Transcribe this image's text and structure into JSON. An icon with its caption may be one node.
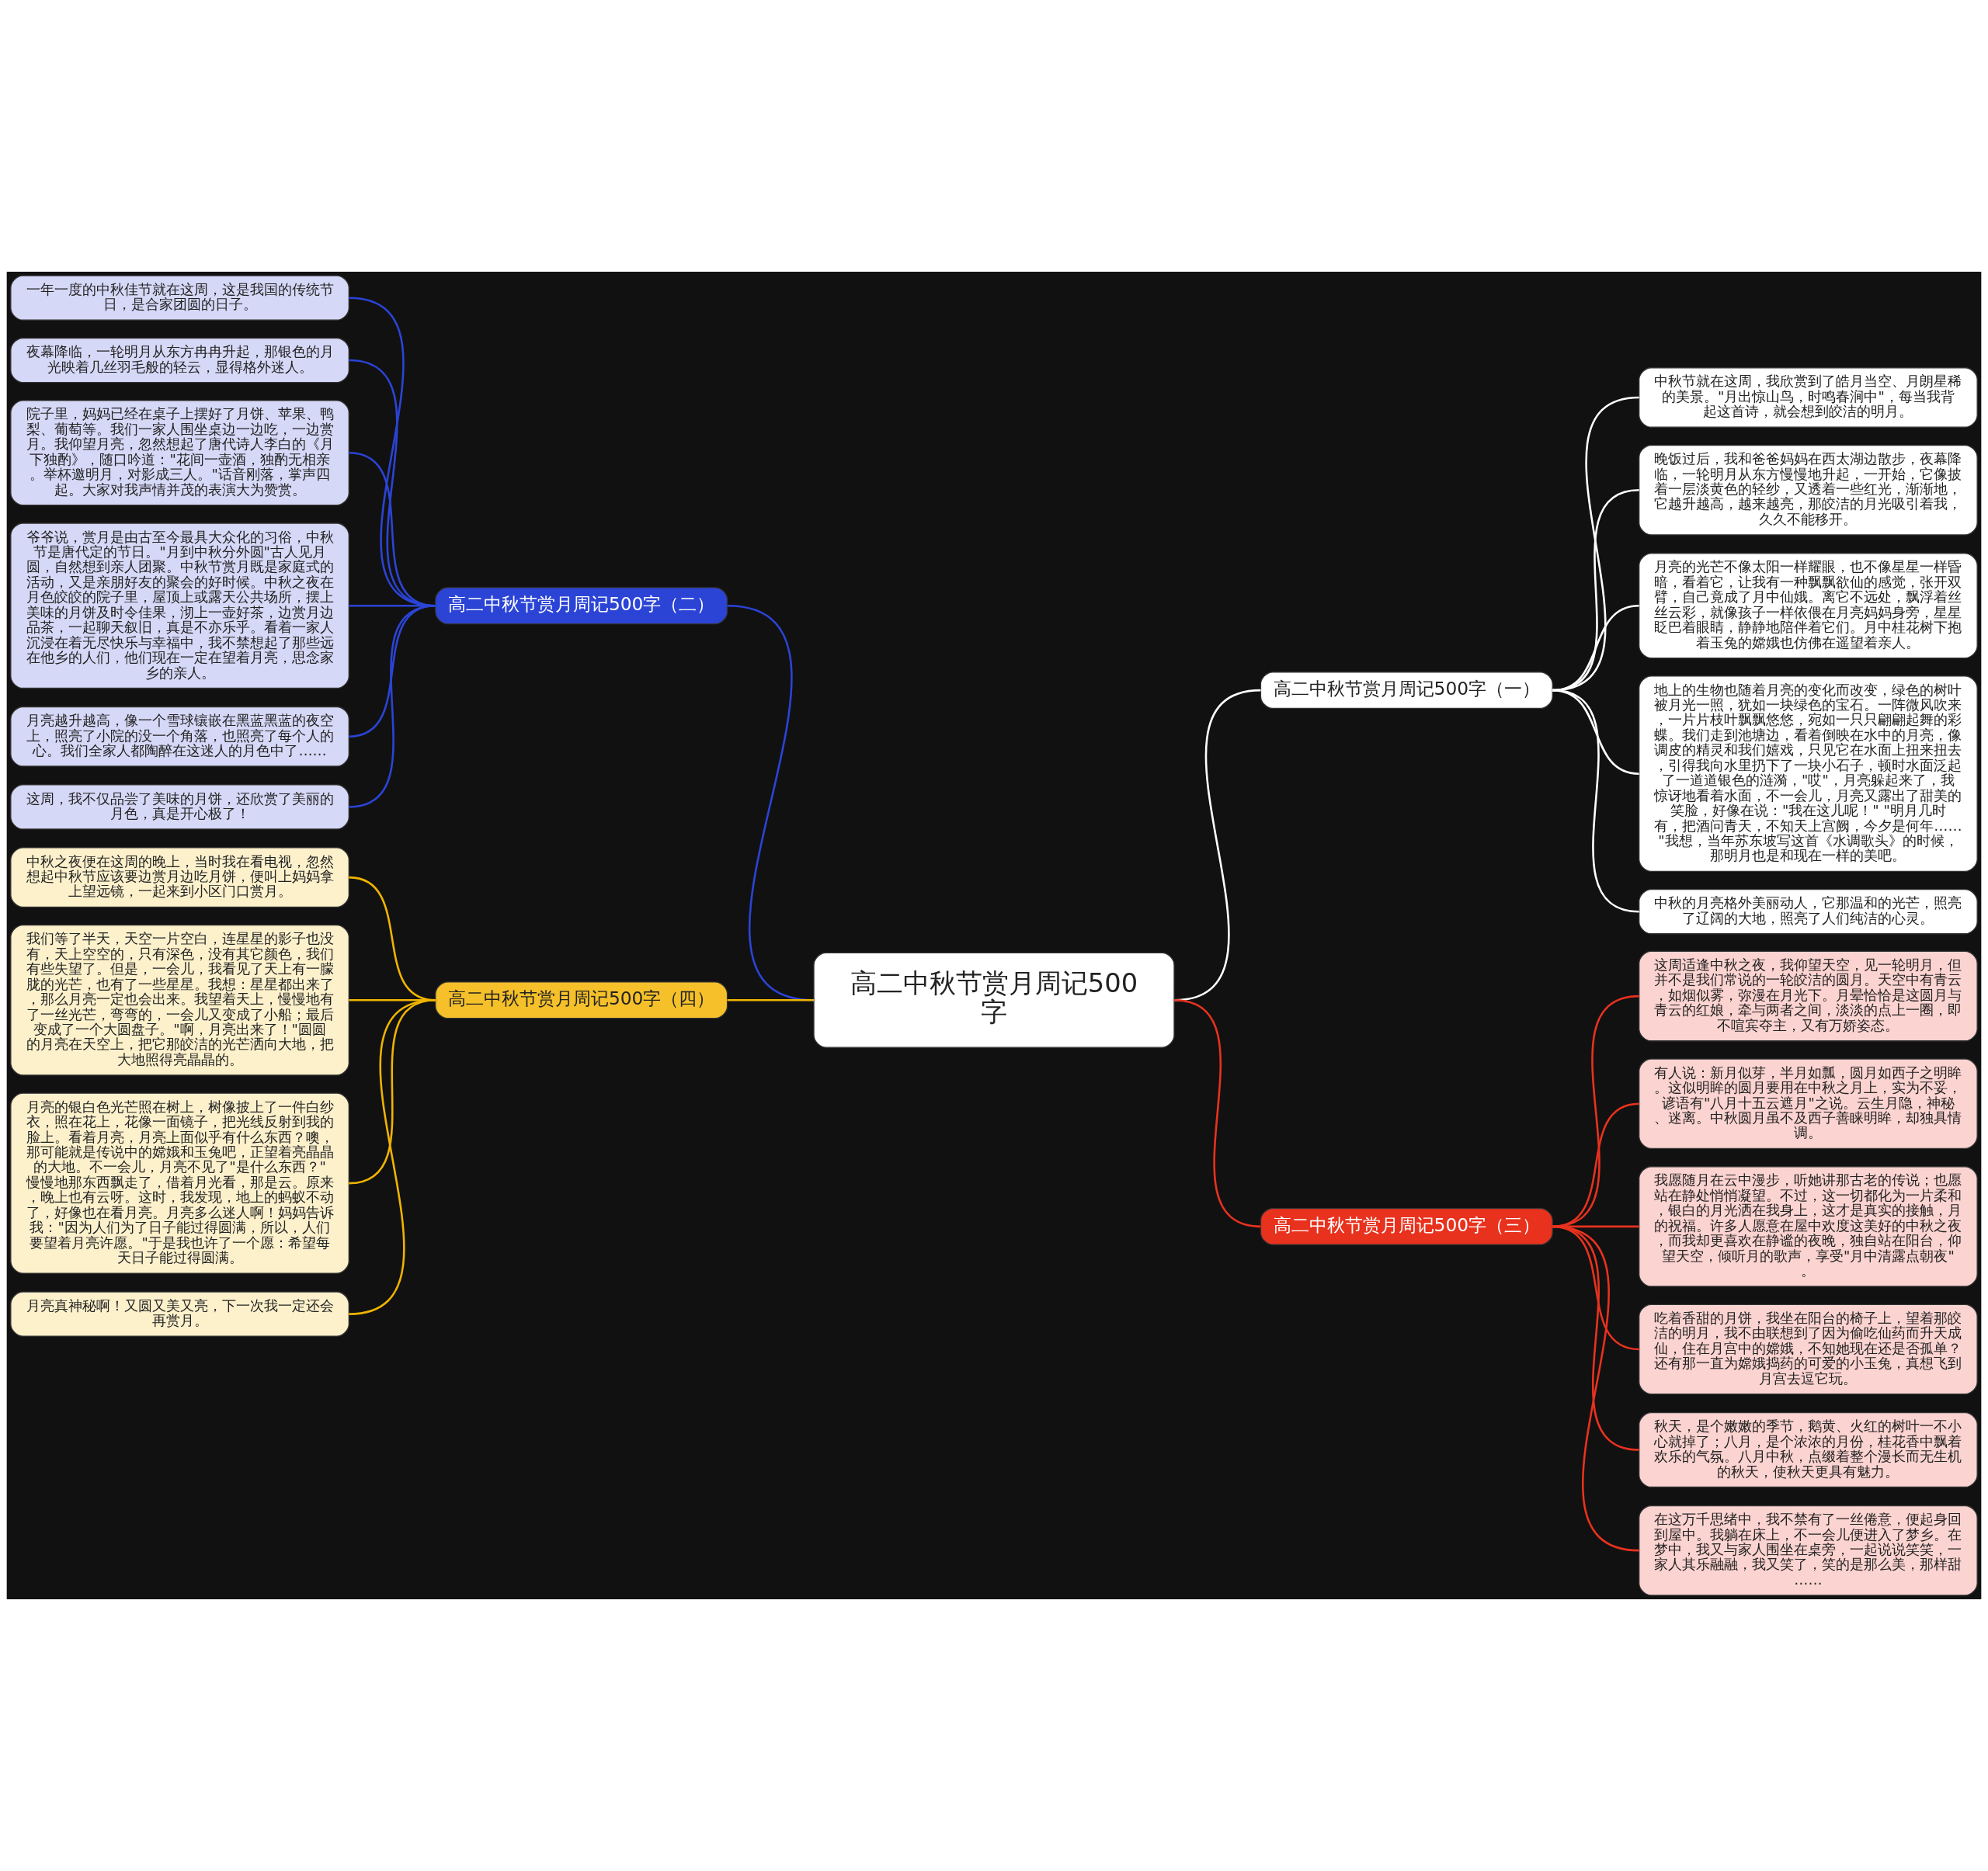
{
  "diagram": {
    "nodes": [
      {
        "text": [
          "高二中秋节赏月周记500字"
        ]
      },
      {
        "text": [
          "高二中秋节赏月周记500字（一）"
        ]
      },
      {
        "text": [
          "中秋节就在这周，我欣赏到了皓月当空、月朗星稀的美景。\"月出惊山鸟，时鸣春涧中\"，每当我背起这首诗，就会想到皎洁的明月。"
        ]
      },
      {
        "text": [
          "晚饭过后，我和爸爸妈妈在西太湖边散步，夜幕降临，一轮明月从东方慢慢地升起，一开始，它像披着一层淡黄色的轻纱，又透着一些红光，渐渐地，它越升越高，越来越亮，那皎洁的月光吸引着我，久久不能移开。"
        ]
      },
      {
        "text": [
          "月亮的光芒不像太阳一样耀眼，也不像星星一样昏暗，看着它，让我有一种飘飘欲仙的感觉，张开双臂，自己竟成了月中仙娥。离它不远处，飘浮着丝丝云彩，就像孩子一样依偎在月亮妈妈身旁，星星眨巴着眼睛，静静地陪伴着它们。月中桂花树下抱着玉兔的嫦娥也仿佛在遥望着亲人。"
        ]
      },
      {
        "text": [
          "地上的生物也随着月亮的变化而改变，绿色的树叶被月光一照，犹如一块绿色的宝石。一阵微风吹来，一片片枝叶飘飘悠悠，宛如一只只翩翩起舞的彩蝶。我们走到池塘边，看着倒映在水中的月亮，像调皮的精灵和我们嬉戏，只见它在水面上扭来扭去，引得我向水里扔下了一块小石子，顿时水面泛起了一道道银色的涟漪，\"哎\"，月亮躲起来了，我惊讶地看着水面，不一会儿，月亮又露出了甜美的笑脸，好像在说：\"我在这儿呢！\" \"明月几时有，把酒问青天，不知天上宫阙，今夕是何年……\"我想，当年苏东坡写这首《水调歌头》的时候，那明月也是和现在一样的美吧。"
        ]
      },
      {
        "text": [
          "中秋的月亮格外美丽动人，它那温和的光芒，照亮了辽阔的大地，照亮了人们纯洁的心灵。"
        ]
      },
      {
        "text": [
          "高二中秋节赏月周记500字（二）"
        ]
      },
      {
        "text": [
          "一年一度的中秋佳节就在这周，这是我国的传统节日，是合家团圆的日子。"
        ]
      },
      {
        "text": [
          "夜幕降临，一轮明月从东方冉冉升起，那银色的月光映着几丝羽毛般的轻云，显得格外迷人。"
        ]
      },
      {
        "text": [
          "院子里，妈妈已经在桌子上摆好了月饼、苹果、鸭梨、葡萄等。我们一家人围坐桌边一边吃，一边赏月。我仰望月亮，忽然想起了唐代诗人李白的《月下独酌》，随口吟道：\"花间一壶酒，独酌无相亲。举杯邀明月，对影成三人。\"话音刚落，掌声四起。大家对我声情并茂的表演大为赞赏。"
        ]
      },
      {
        "text": [
          "爷爷说，赏月是由古至今最具大众化的习俗，中秋节是唐代定的节日。\"月到中秋分外圆\"古人见月圆，自然想到亲人团聚。中秋节赏月既是家庭式的活动，又是亲朋好友的聚会的好时候。中秋之夜在月色皎皎的院子里，屋顶上或露天公共场所，摆上美味的月饼及时令佳果，沏上一壶好茶，边赏月边品茶，一起聊天叙旧，真是不亦乐乎。看着一家人沉浸在着无尽快乐与幸福中，我不禁想起了那些远在他乡的人们，他们现在一定在望着月亮，思念家乡的亲人。"
        ]
      },
      {
        "text": [
          "月亮越升越高，像一个雪球镶嵌在黑蓝黑蓝的夜空上，照亮了小院的没一个角落，也照亮了每个人的心。我们全家人都陶醉在这迷人的月色中了……"
        ]
      },
      {
        "text": [
          "这周，我不仅品尝了美味的月饼，还欣赏了美丽的月色，真是开心极了！"
        ]
      },
      {
        "text": [
          "高二中秋节赏月周记500字（三）"
        ]
      },
      {
        "text": [
          "这周适逢中秋之夜，我仰望天空，见一轮明月，但并不是我们常说的一轮皎洁的圆月。天空中有青云，如烟似雾，弥漫在月光下。月晕恰恰是这圆月与青云的红娘，牵与两者之间，淡淡的点上一圈，即不喧宾夺主，又有万娇姿态。"
        ]
      },
      {
        "text": [
          "有人说：新月似芽，半月如瓢，圆月如西子之明眸。这似明眸的圆月要用在中秋之月上，实为不妥，谚语有\"八月十五云遮月\"之说。云生月隐，神秘、迷离。中秋圆月虽不及西子善睐明眸，却独具情调。"
        ]
      },
      {
        "text": [
          "我愿随月在云中漫步，听她讲那古老的传说；也愿站在静处悄悄凝望。不过，这一切都化为一片柔和，银白的月光洒在我身上，这才是真实的接触，月的祝福。许多人愿意在屋中欢度这美好的中秋之夜，而我却更喜欢在静谧的夜晚，独自站在阳台，仰望天空，倾听月的歌声，享受\"月中清露点朝夜\"。"
        ]
      },
      {
        "text": [
          "吃着香甜的月饼，我坐在阳台的椅子上，望着那皎洁的明月，我不由联想到了因为偷吃仙药而升天成仙，住在月宫中的嫦娥，不知她现在还是否孤单？还有那一直为嫦娥捣药的可爱的小玉兔，真想飞到月宫去逗它玩。"
        ]
      },
      {
        "text": [
          "秋天，是个嫩嫩的季节，鹅黄、火红的树叶一不小心就掉了；八月，是个浓浓的月份，桂花香中飘着欢乐的气氛。八月中秋，点缀着整个漫长而无生机的秋天，使秋天更具有魅力。"
        ]
      },
      {
        "text": [
          "在这万千思绪中，我不禁有了一丝倦意，便起身回到屋中。我躺在床上，不一会儿便进入了梦乡。在梦中，我又与家人围坐在桌旁，一起说说笑笑，一家人其乐融融，我又笑了，笑的是那么美，那样甜……"
        ]
      },
      {
        "text": [
          "高二中秋节赏月周记500字（四）"
        ]
      },
      {
        "text": [
          "中秋之夜便在这周的晚上，当时我在看电视，忽然想起中秋节应该要边赏月边吃月饼，便叫上妈妈拿上望远镜，一起来到小区门口赏月。"
        ]
      },
      {
        "text": [
          "我们等了半天，天空一片空白，连星星的影子也没有，天上空空的，只有深色，没有其它颜色，我们有些失望了。但是，一会儿，我看见了天上有一朦胧的光芒，也有了一些星星。我想：星星都出来了，那么月亮一定也会出来。我望着天上，慢慢地有了一丝光芒，弯弯的，一会儿又变成了小船；最后变成了一个大圆盘子。\"啊，月亮出来了！\"圆圆的月亮在天空上，把它那皎洁的光芒洒向大地，把大地照得亮晶晶的。"
        ]
      },
      {
        "text": [
          "月亮的银白色光芒照在树上，树像披上了一件白纱衣，照在花上，花像一面镜子，把光线反射到我的脸上。看着月亮，月亮上面似乎有什么东西？噢，那可能就是传说中的嫦娥和玉兔吧，正望着亮晶晶的大地。不一会儿，月亮不见了\"是什么东西？\"慢慢地那东西飘走了，借着月光看，那是云。原来，晚上也有云呀。这时，我发现，地上的蚂蚁不动了，好像也在看月亮。月亮多么迷人啊！妈妈告诉我：\"因为人们为了日子能过得圆满，所以，人们要望着月亮许愿。\"于是我也许了一个愿：希望每天日子能过得圆满。"
        ]
      },
      {
        "text": [
          "月亮真神秘啊！又圆又美又亮，下一次我一定还会再赏月。"
        ]
      }
    ],
    "edges": [
      {
        "from": 0,
        "to": 1,
        "arrow": "none",
        "color": "#ffffff"
      },
      {
        "from": 1,
        "to": 2,
        "arrow": "none",
        "color": "#ffffff"
      },
      {
        "from": 1,
        "to": 3,
        "arrow": "none",
        "color": "#ffffff"
      },
      {
        "from": 1,
        "to": 4,
        "arrow": "none",
        "color": "#ffffff"
      },
      {
        "from": 1,
        "to": 5,
        "arrow": "none",
        "color": "#ffffff"
      },
      {
        "from": 1,
        "to": 6,
        "arrow": "none",
        "color": "#ffffff"
      },
      {
        "from": 0,
        "to": 7,
        "arrow": "none",
        "color": "#2b44d6"
      },
      {
        "from": 7,
        "to": 8,
        "arrow": "none",
        "color": "#2b44d6"
      },
      {
        "from": 7,
        "to": 9,
        "arrow": "none",
        "color": "#2b44d6"
      },
      {
        "from": 7,
        "to": 10,
        "arrow": "none",
        "color": "#2b44d6"
      },
      {
        "from": 7,
        "to": 11,
        "arrow": "none",
        "color": "#2b44d6"
      },
      {
        "from": 7,
        "to": 12,
        "arrow": "none",
        "color": "#2b44d6"
      },
      {
        "from": 7,
        "to": 13,
        "arrow": "none",
        "color": "#2b44d6"
      },
      {
        "from": 0,
        "to": 14,
        "arrow": "none",
        "color": "#e8321e"
      },
      {
        "from": 14,
        "to": 15,
        "arrow": "none",
        "color": "#e8321e"
      },
      {
        "from": 14,
        "to": 16,
        "arrow": "none",
        "color": "#e8321e"
      },
      {
        "from": 14,
        "to": 17,
        "arrow": "none",
        "color": "#e8321e"
      },
      {
        "from": 14,
        "to": 18,
        "arrow": "none",
        "color": "#e8321e"
      },
      {
        "from": 14,
        "to": 19,
        "arrow": "none",
        "color": "#e8321e"
      },
      {
        "from": 14,
        "to": 20,
        "arrow": "none",
        "color": "#e8321e"
      },
      {
        "from": 0,
        "to": 21,
        "arrow": "none",
        "color": "#f0b400"
      },
      {
        "from": 21,
        "to": 22,
        "arrow": "none",
        "color": "#f0b400"
      },
      {
        "from": 21,
        "to": 23,
        "arrow": "none",
        "color": "#f0b400"
      },
      {
        "from": 21,
        "to": 24,
        "arrow": "none",
        "color": "#f0b400"
      },
      {
        "from": 21,
        "to": 25,
        "arrow": "none",
        "color": "#f0b400"
      }
    ]
  }
}
